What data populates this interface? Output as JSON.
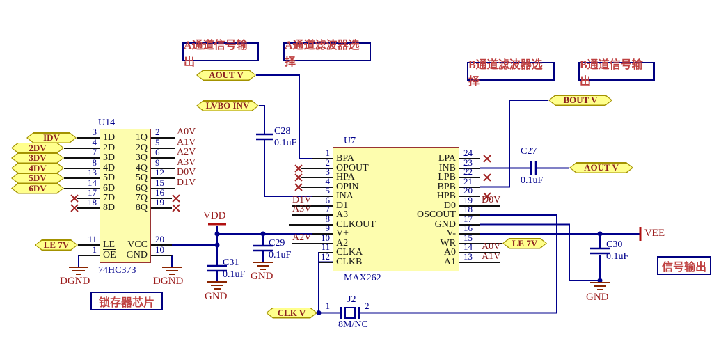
{
  "colors": {
    "wire": "#00008C",
    "chip_fill": "#FDFDAE",
    "chip_border": "#993333",
    "port_fill": "#FFFF8C",
    "port_border": "#A39200",
    "net_text": "#8B1A1A",
    "designator_text": "#00008B",
    "ground": "#8B2500",
    "nc_mark": "#A02020"
  },
  "annotations": [
    {
      "id": "a-signal-out",
      "text": "A通道信号输出"
    },
    {
      "id": "a-filter-select",
      "text": "A通道滤波器选择"
    },
    {
      "id": "b-filter-select",
      "text": "B通道滤波器选择"
    },
    {
      "id": "b-signal-out",
      "text": "B通道信号输出"
    },
    {
      "id": "signal-out",
      "text": "信号输出"
    },
    {
      "id": "latch-chip",
      "text": "锁存器芯片"
    }
  ],
  "ports": [
    {
      "id": "idv",
      "label": "IDV"
    },
    {
      "id": "p2dv",
      "label": "2DV"
    },
    {
      "id": "p3dv",
      "label": "3DV"
    },
    {
      "id": "p4dv",
      "label": "4DV"
    },
    {
      "id": "p5dv",
      "label": "5DV"
    },
    {
      "id": "p6dv",
      "label": "6DV"
    },
    {
      "id": "le7v-u14",
      "label": "LE 7V"
    },
    {
      "id": "aoutv-top",
      "label": "AOUT V"
    },
    {
      "id": "lvbo-inv",
      "label": "LVBO INV"
    },
    {
      "id": "boutv",
      "label": "BOUT V"
    },
    {
      "id": "aoutv-right",
      "label": "AOUT V"
    },
    {
      "id": "le7v-u7",
      "label": "LE 7V"
    },
    {
      "id": "clkv",
      "label": "CLK V"
    }
  ],
  "chips": {
    "u14": {
      "designator": "U14",
      "part": "74HC373",
      "left_pins": [
        {
          "num": "3",
          "name": "1D"
        },
        {
          "num": "4",
          "name": "2D"
        },
        {
          "num": "7",
          "name": "3D"
        },
        {
          "num": "8",
          "name": "4D"
        },
        {
          "num": "13",
          "name": "5D"
        },
        {
          "num": "14",
          "name": "6D"
        },
        {
          "num": "17",
          "name": "7D",
          "nc": true
        },
        {
          "num": "18",
          "name": "8D",
          "nc": true
        },
        {
          "num": "11",
          "name": "LE"
        },
        {
          "num": "1",
          "name": "OE",
          "overline": true
        }
      ],
      "right_pins": [
        {
          "num": "2",
          "name": "1Q",
          "net": "A0V"
        },
        {
          "num": "5",
          "name": "2Q",
          "net": "A1V"
        },
        {
          "num": "6",
          "name": "3Q",
          "net": "A2V"
        },
        {
          "num": "9",
          "name": "4Q",
          "net": "A3V"
        },
        {
          "num": "12",
          "name": "5Q",
          "net": "D0V"
        },
        {
          "num": "15",
          "name": "6Q",
          "net": "D1V"
        },
        {
          "num": "16",
          "name": "7Q",
          "nc": true
        },
        {
          "num": "19",
          "name": "8Q",
          "nc": true
        },
        {
          "num": "20",
          "name": "VCC"
        },
        {
          "num": "10",
          "name": "GND"
        }
      ]
    },
    "u7": {
      "designator": "U7",
      "part": "MAX262",
      "left_pins": [
        {
          "num": "1",
          "name": "BPA"
        },
        {
          "num": "2",
          "name": "OPOUT",
          "nc": true
        },
        {
          "num": "3",
          "name": "HPA",
          "nc": true
        },
        {
          "num": "4",
          "name": "OPIN",
          "nc": true
        },
        {
          "num": "5",
          "name": "INA"
        },
        {
          "num": "6",
          "name": "D1",
          "net": "D1V"
        },
        {
          "num": "7",
          "name": "A3",
          "net": "A3V"
        },
        {
          "num": "8",
          "name": "CLKOUT"
        },
        {
          "num": "9",
          "name": "V+"
        },
        {
          "num": "10",
          "name": "A2",
          "net": "A2V"
        },
        {
          "num": "11",
          "name": "CLKA"
        },
        {
          "num": "12",
          "name": "CLKB"
        }
      ],
      "right_pins": [
        {
          "num": "24",
          "name": "LPA",
          "nc": true
        },
        {
          "num": "23",
          "name": "INB"
        },
        {
          "num": "22",
          "name": "LPB",
          "nc": true
        },
        {
          "num": "21",
          "name": "BPB"
        },
        {
          "num": "20",
          "name": "HPB",
          "nc": true
        },
        {
          "num": "19",
          "name": "D0",
          "net": "D0V"
        },
        {
          "num": "18",
          "name": "OSCOUT"
        },
        {
          "num": "17",
          "name": "GND"
        },
        {
          "num": "16",
          "name": "V-"
        },
        {
          "num": "15",
          "name": "WR"
        },
        {
          "num": "14",
          "name": "A0",
          "net": "A0V"
        },
        {
          "num": "13",
          "name": "A1",
          "net": "A1V"
        }
      ]
    }
  },
  "capacitors": [
    {
      "id": "c28",
      "designator": "C28",
      "value": "0.1uF"
    },
    {
      "id": "c27",
      "designator": "C27",
      "value": "0.1uF"
    },
    {
      "id": "c29",
      "designator": "C29",
      "value": "0.1uF"
    },
    {
      "id": "c31",
      "designator": "C31",
      "value": "0.1uF"
    },
    {
      "id": "c30",
      "designator": "C30",
      "value": "0.1uF"
    }
  ],
  "crystal": {
    "designator": "J2",
    "value": "8M/NC",
    "pin1": "1",
    "pin2": "2"
  },
  "power": [
    {
      "id": "vdd",
      "label": "VDD"
    },
    {
      "id": "vee",
      "label": "VEE"
    },
    {
      "id": "gnd-c29",
      "label": "GND"
    },
    {
      "id": "gnd-c31",
      "label": "GND"
    },
    {
      "id": "gnd-c30",
      "label": "GND"
    },
    {
      "id": "dgnd-left",
      "label": "DGND"
    },
    {
      "id": "dgnd-right",
      "label": "DGND"
    }
  ]
}
